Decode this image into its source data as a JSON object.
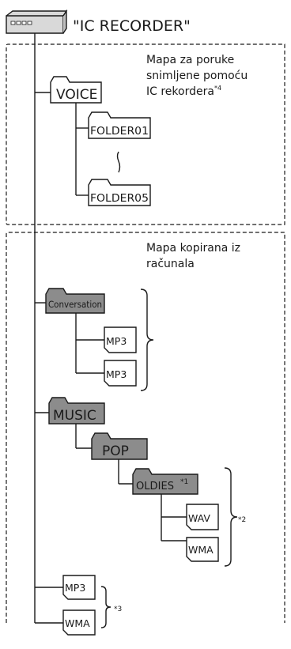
{
  "device": {
    "title": "\"IC RECORDER\"",
    "icon": "ic-recorder-device-icon"
  },
  "section1": {
    "caption": [
      "Mapa za poruke",
      "snimljene pomoću",
      "IC rekordera"
    ],
    "caption_note": "*4",
    "root_folder": "VOICE",
    "subfolders": [
      "FOLDER01",
      "FOLDER05"
    ],
    "ellipsis_symbol": "⌠"
  },
  "section2": {
    "caption": [
      "Mapa kopirana iz",
      "računala"
    ],
    "conversation_folder": "Conversation",
    "conversation_files": [
      "MP3",
      "MP3"
    ],
    "music_folder": "MUSIC",
    "pop_folder": "POP",
    "oldies_folder": "OLDIES",
    "oldies_note": "*1",
    "oldies_files": [
      "WAV",
      "WMA"
    ],
    "oldies_files_note": "*2",
    "root_files": [
      "MP3",
      "WMA"
    ],
    "root_files_note": "*3"
  },
  "colors": {
    "line": "#1a1a1a",
    "gray_folder": "#8c8c8c",
    "device_fill": "#d9d9d9"
  }
}
